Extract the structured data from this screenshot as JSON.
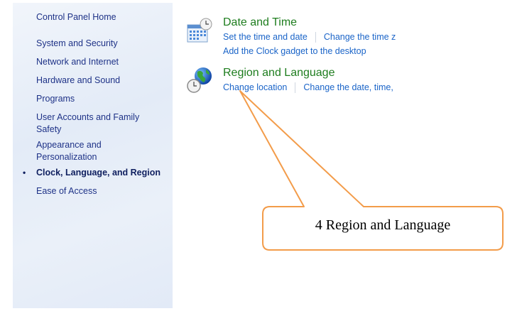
{
  "sidebar": {
    "home": "Control Panel Home",
    "items": [
      {
        "label": "System and Security"
      },
      {
        "label": "Network and Internet"
      },
      {
        "label": "Hardware and Sound"
      },
      {
        "label": "Programs"
      },
      {
        "label": "User Accounts and Family Safety"
      },
      {
        "label": "Appearance and Personalization"
      },
      {
        "label": "Clock, Language, and Region",
        "active": true
      },
      {
        "label": "Ease of Access"
      }
    ],
    "bullet": "•"
  },
  "categories": [
    {
      "title": "Date and Time",
      "icon": "calendar-clock-icon",
      "links": [
        "Set the time and date",
        "Change the time z",
        "Add the Clock gadget to the desktop"
      ]
    },
    {
      "title": "Region and Language",
      "icon": "globe-clock-icon",
      "links": [
        "Change location",
        "Change the date, time,"
      ]
    }
  ],
  "callout": {
    "text": "4 Region and Language",
    "color": "#f39c4a"
  }
}
